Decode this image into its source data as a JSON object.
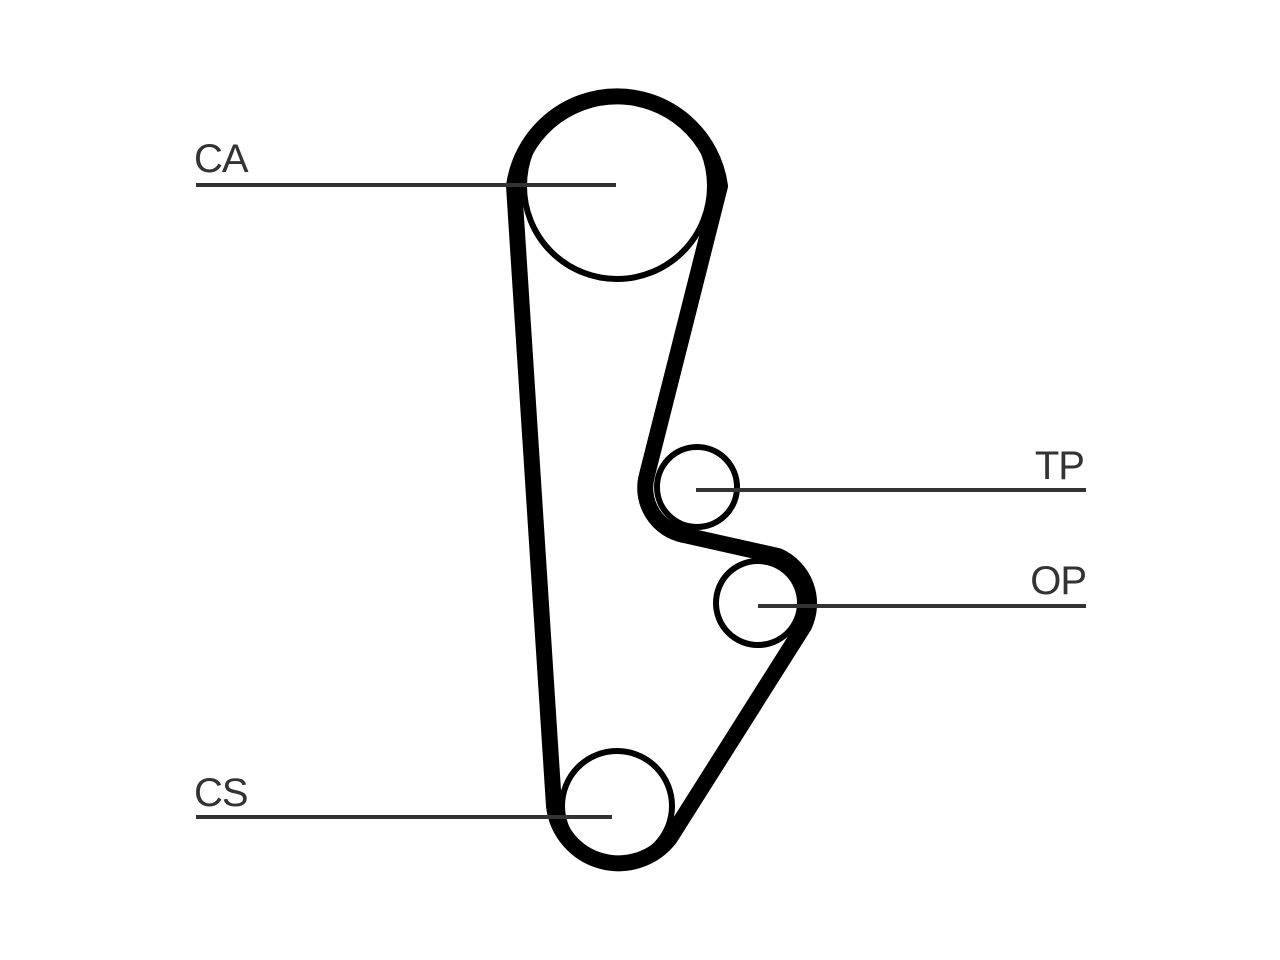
{
  "diagram": {
    "colors": {
      "belt": "#000000",
      "pulley": "#000000",
      "leader": "#333333",
      "label": "#333333",
      "background": "#ffffff"
    },
    "labels": {
      "ca": "CA",
      "tp": "TP",
      "op": "OP",
      "cs": "CS"
    }
  }
}
